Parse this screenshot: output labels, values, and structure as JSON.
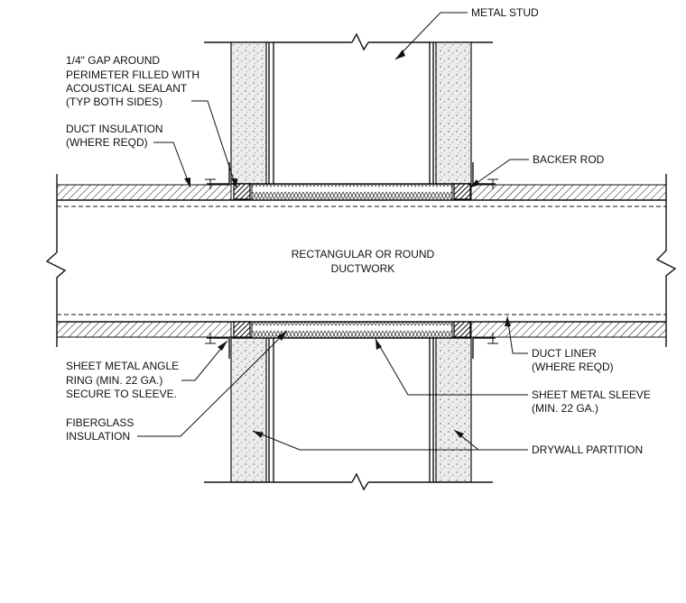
{
  "labels": {
    "metal_stud": "METAL STUD",
    "gap_line1": "1/4\" GAP AROUND",
    "gap_line2": "PERIMETER FILLED WITH",
    "gap_line3": "ACOUSTICAL SEALANT",
    "gap_line4": "(TYP BOTH SIDES)",
    "duct_insulation_line1": "DUCT INSULATION",
    "duct_insulation_line2": "(WHERE REQD)",
    "backer_rod": "BACKER ROD",
    "ductwork_line1": "RECTANGULAR OR ROUND",
    "ductwork_line2": "DUCTWORK",
    "angle_ring_line1": "SHEET METAL ANGLE",
    "angle_ring_line2": "RING (MIN. 22 GA.)",
    "angle_ring_line3": "SECURE TO SLEEVE.",
    "duct_liner_line1": "DUCT LINER",
    "duct_liner_line2": "(WHERE REQD)",
    "sleeve_line1": "SHEET METAL SLEEVE",
    "sleeve_line2": "(MIN. 22 GA.)",
    "fiberglass_line1": "FIBERGLASS",
    "fiberglass_line2": "INSULATION",
    "drywall_partition": "DRYWALL PARTITION"
  },
  "colors": {
    "line": "#111111",
    "drywall_fill": "#e6e6e6",
    "insulation_fill": "#ffffff",
    "background": "#ffffff"
  }
}
